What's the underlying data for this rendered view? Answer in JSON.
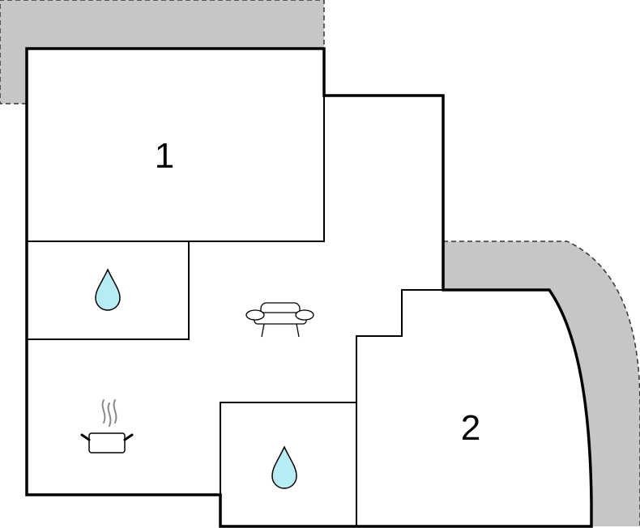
{
  "floorplan": {
    "rooms": [
      {
        "id": "bedroom-1",
        "label": "1"
      },
      {
        "id": "bedroom-2",
        "label": "2"
      }
    ],
    "icons": [
      {
        "room": "bathroom-1",
        "icon": "water-drop-icon"
      },
      {
        "room": "bathroom-2",
        "icon": "water-drop-icon"
      },
      {
        "room": "living-room",
        "icon": "sofa-icon"
      },
      {
        "room": "kitchen",
        "icon": "cooking-pot-icon"
      }
    ],
    "colors": {
      "wall": "#000000",
      "terrace": "#c6c6c6",
      "water": "#b8ecf4",
      "background": "#ffffff"
    }
  }
}
